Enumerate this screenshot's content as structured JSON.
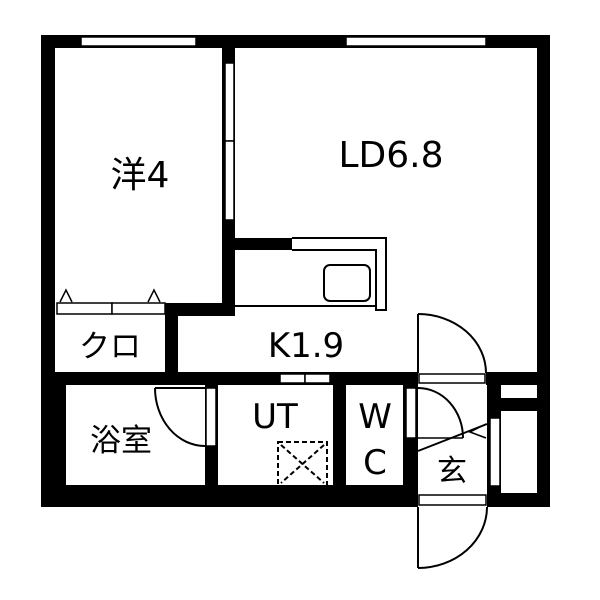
{
  "floor_plan": {
    "rooms": [
      {
        "id": "western",
        "label": "洋4",
        "type": "Western-style room",
        "size_jo": 4
      },
      {
        "id": "living-dining",
        "label": "LD6.8",
        "type": "Living-Dining",
        "size_jo": 6.8
      },
      {
        "id": "kitchen",
        "label": "K1.9",
        "type": "Kitchen",
        "size_jo": 1.9
      },
      {
        "id": "closet",
        "label": "クロ",
        "type": "Closet"
      },
      {
        "id": "bathroom",
        "label": "浴室",
        "type": "Bathroom"
      },
      {
        "id": "utility",
        "label": "UT",
        "type": "Utility / washroom"
      },
      {
        "id": "toilet",
        "label_line1": "W",
        "label_line2": "C",
        "type": "Water closet"
      },
      {
        "id": "entrance",
        "label": "玄",
        "type": "Entrance (genkan)"
      }
    ],
    "fixtures": [
      {
        "id": "kitchen-sink",
        "type": "sink"
      },
      {
        "id": "washing-machine-space",
        "type": "washer pan (dashed)"
      }
    ],
    "colors": {
      "wall": "#000000",
      "background": "#ffffff"
    }
  }
}
